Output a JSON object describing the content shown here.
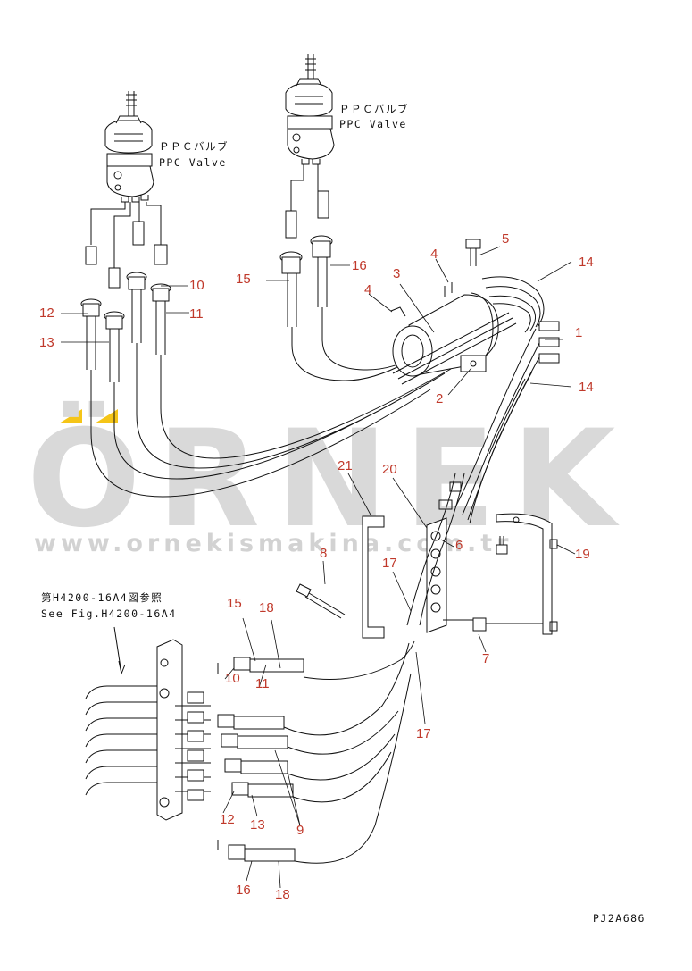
{
  "watermark": {
    "brand": "ÖRNEK",
    "url": "www.ornekismakina.com.tr",
    "accent_color": "#f5c518"
  },
  "ppc_valve_left": {
    "jp": "ＰＰＣバルブ",
    "en": "PPC Valve"
  },
  "ppc_valve_right": {
    "jp": "ＰＰＣバルブ",
    "en": "PPC Valve"
  },
  "reference": {
    "jp": "第H4200-16A4図参照",
    "en": "See Fig.H4200-16A4"
  },
  "drawing_code": "PJ2A686",
  "part_labels": {
    "p1": "1",
    "p2": "2",
    "p3": "3",
    "p4a": "4",
    "p4b": "4",
    "p5": "5",
    "p6": "6",
    "p7": "7",
    "p8": "8",
    "p9": "9",
    "p10a": "10",
    "p10b": "10",
    "p11a": "11",
    "p11b": "11",
    "p12a": "12",
    "p12b": "12",
    "p13a": "13",
    "p13b": "13",
    "p14a": "14",
    "p14b": "14",
    "p15a": "15",
    "p15b": "15",
    "p16a": "16",
    "p16b": "16",
    "p17a": "17",
    "p17b": "17",
    "p18a": "18",
    "p18b": "18",
    "p19": "19",
    "p20": "20",
    "p21": "21"
  },
  "colors": {
    "label": "#c0392b",
    "line": "#111111",
    "watermark": "#d9d9d9"
  }
}
